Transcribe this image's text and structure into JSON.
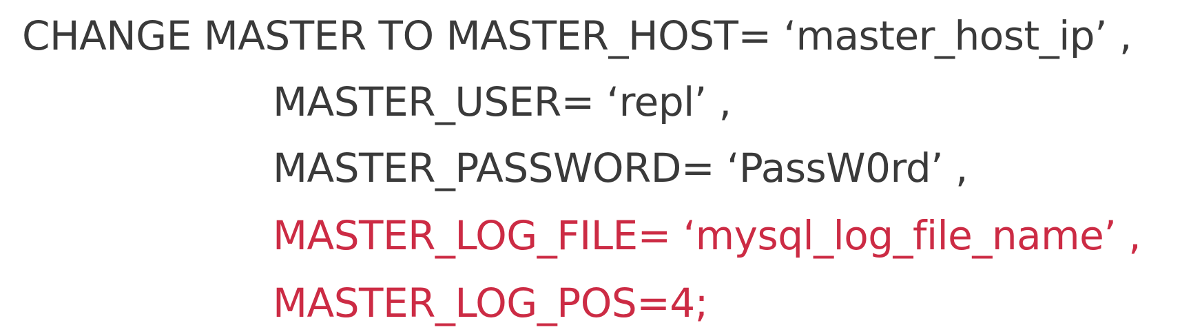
{
  "code": {
    "lines": [
      {
        "text": "CHANGE MASTER TO MASTER_HOST= ‘master_host_ip’ ,",
        "color": "#3a3a3a"
      },
      {
        "text": "MASTER_USER= ‘repl’ ,",
        "color": "#3a3a3a"
      },
      {
        "text": "MASTER_PASSWORD= ‘PassW0rd’ ,",
        "color": "#3a3a3a"
      },
      {
        "text": "MASTER_LOG_FILE= ‘mysql_log_file_name’ ,",
        "color": "#cc2b44"
      },
      {
        "text": "MASTER_LOG_POS=4;",
        "color": "#cc2b44"
      }
    ]
  }
}
